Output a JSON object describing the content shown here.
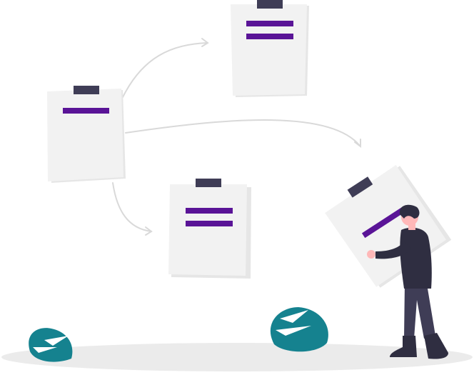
{
  "illustration": {
    "subject": "person-carrying-document",
    "documents": [
      {
        "id": "source-document",
        "lines": 1
      },
      {
        "id": "top-document",
        "lines": 2
      },
      {
        "id": "bottom-document",
        "lines": 2
      },
      {
        "id": "carried-document",
        "lines": 1
      }
    ],
    "arrows": [
      {
        "from": "source-document",
        "to": "top-document"
      },
      {
        "from": "source-document",
        "to": "carried-document"
      },
      {
        "from": "source-document",
        "to": "bottom-document"
      }
    ],
    "plants": [
      "left-plant",
      "center-plant"
    ]
  },
  "colors": {
    "paper": "#f2f2f2",
    "paper_edge": "#e6e6e6",
    "clip": "#3f3d56",
    "line_accent": "#5a1497",
    "arrow": "#d9d9d9",
    "ground": "#ebebeb",
    "plant": "#15828f",
    "plant_highlight": "#ffffff",
    "skin": "#ffb8b8",
    "hair": "#2f2e41",
    "clothing": "#2f2e41",
    "pants": "#3f3d56"
  }
}
